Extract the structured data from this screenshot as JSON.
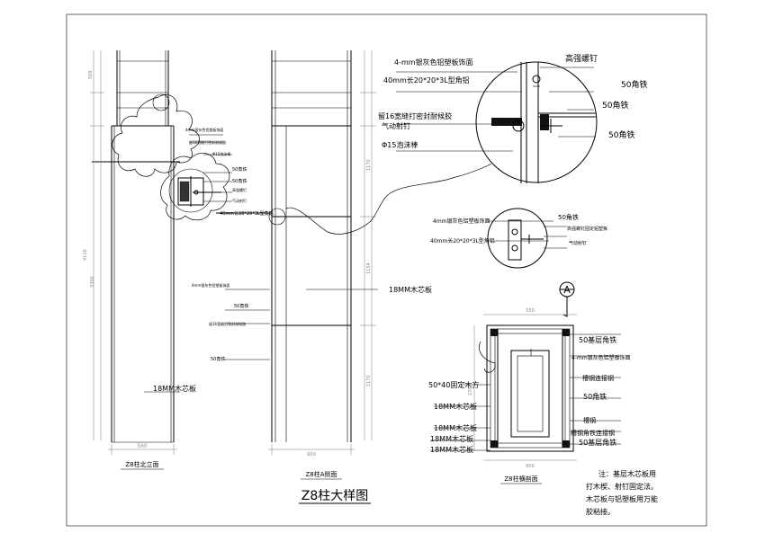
{
  "main_title": "Z8柱大样图",
  "views": {
    "front": "Z8柱北立面",
    "side": "Z8柱A侧面",
    "plan": "Z8柱横剖面"
  },
  "section_marker": "A",
  "large_detail": {
    "facing": "4-mm银灰色铝塑板饰面",
    "angle": "40mm长20*20*3L型角铝",
    "bolt": "高强螺钉",
    "iron1": "50角铁",
    "iron2": "50角铁",
    "iron3": "50角铁",
    "gap": "留16宽缝打密封耐候胶",
    "gap2": "气动射钉",
    "foam": "Φ15泡沫棒"
  },
  "mid_detail": {
    "iron": "50角铁",
    "facing": "4mm银灰色铝塑板饰面",
    "angle": "40mm长20*20*3L型角铝",
    "bolt": "高强螺钉固定铝塑板",
    "nail": "气动射钉"
  },
  "small_detail": {
    "facing": "4mm银灰色铝塑板饰面",
    "seal": "留16宽缝打密封耐候胶",
    "foam": "Φ15泡沫棒",
    "iron1": "50角铁",
    "iron2": "50角铁",
    "bolt": "高强螺钉",
    "nail": "气动射钉",
    "angle": "40mm长20*20*3L型角铝"
  },
  "side_labels": {
    "board": "18MM木芯板",
    "facing": "4mm银灰色铝塑板饰面",
    "iron": "50角铁",
    "seal": "留16宽缝打密封耐候胶",
    "iron2": "50角铁"
  },
  "front_labels": {
    "board": "18MM木芯板"
  },
  "plan_labels": {
    "base_iron": "50基层角铁",
    "facing": "4-mm银灰色铝塑板饰面",
    "channel_conn": "槽钢连接钢",
    "iron": "50角铁",
    "channel": "槽钢",
    "channel_iron": "槽钢角铁连接钢",
    "base_iron2": "50基层角铁",
    "wood_block": "50*40固定木方",
    "board1": "18MM木芯板",
    "board2": "18MM木芯板",
    "board3": "18MM木芯板",
    "board4": "18MM木芯板"
  },
  "note": {
    "line1": "注：基层木芯板用",
    "line2": "打木楔、射钉固定法。",
    "line3": "木芯板与铝塑板用万能",
    "line4": "胶粘接。"
  },
  "dimensions": {
    "front_width": "560",
    "side_width": "600",
    "h1": "568",
    "h2": "3300",
    "h3": "4110",
    "h4": "1170",
    "h5": "1154",
    "h6": "1170",
    "plan_w": "550",
    "plan_bottom": "600",
    "plan_side": "270"
  }
}
